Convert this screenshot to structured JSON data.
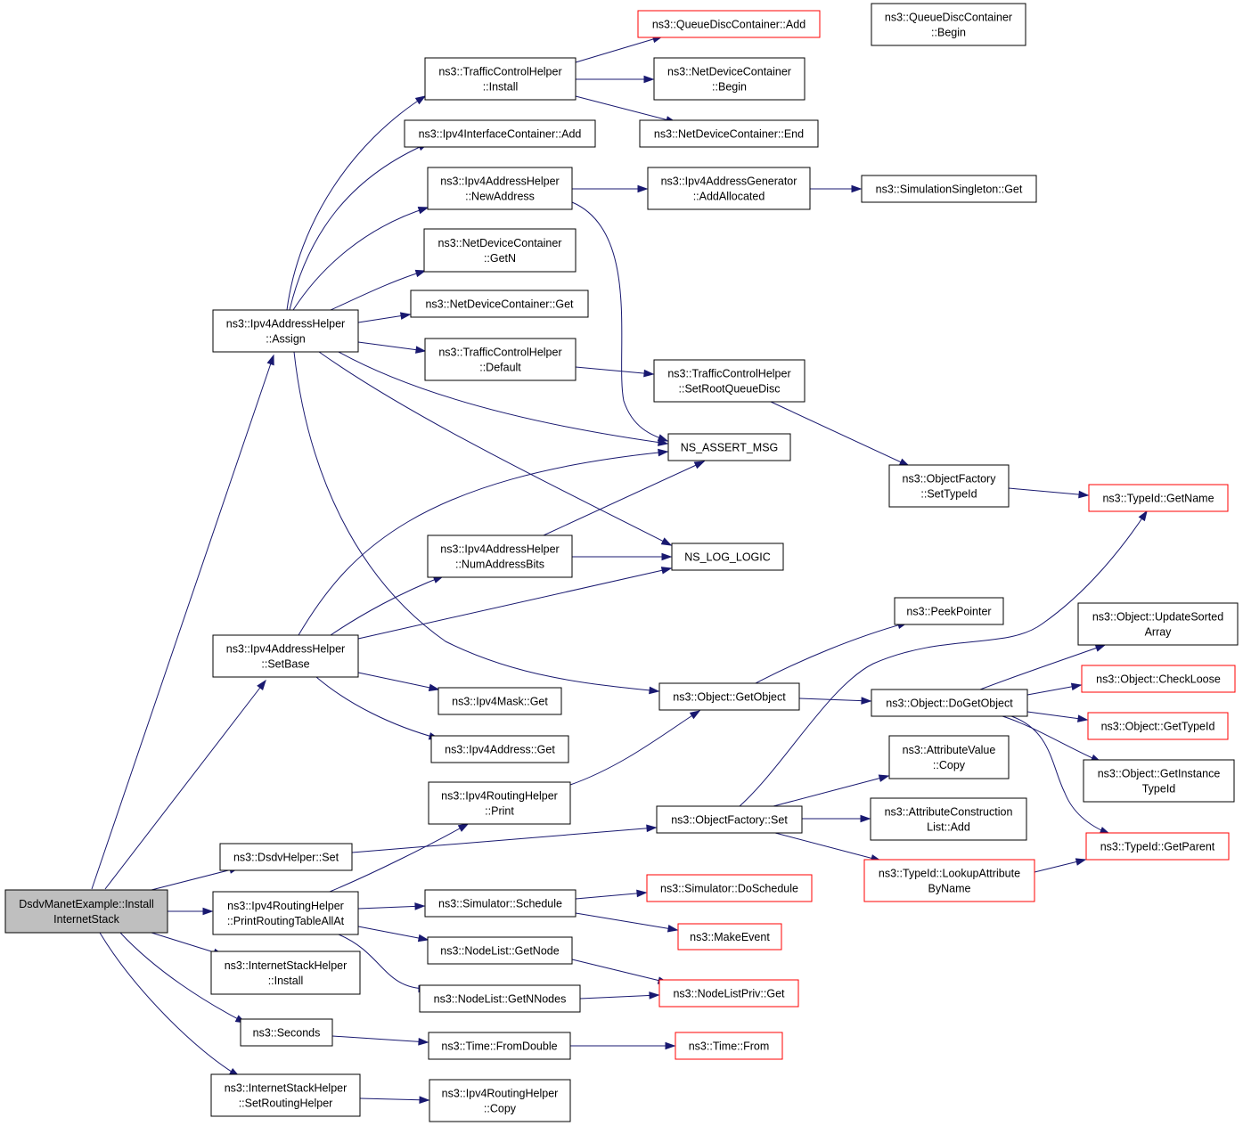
{
  "colors": {
    "edge": "#191970",
    "node_border": "#000000",
    "external_border": "#ff0000",
    "root_fill": "#bfbfbf"
  },
  "nodes": {
    "root": {
      "lines": [
        "DsdvManetExample::Install",
        "InternetStack"
      ],
      "kind": "root"
    },
    "assign": {
      "lines": [
        "ns3::Ipv4AddressHelper",
        "::Assign"
      ]
    },
    "setbase": {
      "lines": [
        "ns3::Ipv4AddressHelper",
        "::SetBase"
      ]
    },
    "dsdvset": {
      "lines": [
        "ns3::DsdvHelper::Set"
      ]
    },
    "printall": {
      "lines": [
        "ns3::Ipv4RoutingHelper",
        "::PrintRoutingTableAllAt"
      ]
    },
    "ishinstall": {
      "lines": [
        "ns3::InternetStackHelper",
        "::Install"
      ]
    },
    "seconds": {
      "lines": [
        "ns3::Seconds"
      ]
    },
    "ishset": {
      "lines": [
        "ns3::InternetStackHelper",
        "::SetRoutingHelper"
      ]
    },
    "tchinstall": {
      "lines": [
        "ns3::TrafficControlHelper",
        "::Install"
      ]
    },
    "ificadd": {
      "lines": [
        "ns3::Ipv4InterfaceContainer::Add"
      ]
    },
    "newaddr": {
      "lines": [
        "ns3::Ipv4AddressHelper",
        "::NewAddress"
      ]
    },
    "ndcgetn": {
      "lines": [
        "ns3::NetDeviceContainer",
        "::GetN"
      ]
    },
    "ndcget": {
      "lines": [
        "ns3::NetDeviceContainer::Get"
      ]
    },
    "tchdefault": {
      "lines": [
        "ns3::TrafficControlHelper",
        "::Default"
      ]
    },
    "numbits": {
      "lines": [
        "ns3::Ipv4AddressHelper",
        "::NumAddressBits"
      ]
    },
    "maskget": {
      "lines": [
        "ns3::Ipv4Mask::Get"
      ]
    },
    "addrget": {
      "lines": [
        "ns3::Ipv4Address::Get"
      ]
    },
    "rhprint": {
      "lines": [
        "ns3::Ipv4RoutingHelper",
        "::Print"
      ]
    },
    "schedule": {
      "lines": [
        "ns3::Simulator::Schedule"
      ]
    },
    "getnode": {
      "lines": [
        "ns3::NodeList::GetNode"
      ]
    },
    "getnnodes": {
      "lines": [
        "ns3::NodeList::GetNNodes"
      ]
    },
    "fromdouble": {
      "lines": [
        "ns3::Time::FromDouble"
      ]
    },
    "rhcopy": {
      "lines": [
        "ns3::Ipv4RoutingHelper",
        "::Copy"
      ]
    },
    "qdcadd": {
      "lines": [
        "ns3::QueueDiscContainer::Add"
      ],
      "kind": "red"
    },
    "ndcbegin": {
      "lines": [
        "ns3::NetDeviceContainer",
        "::Begin"
      ]
    },
    "ndcend": {
      "lines": [
        "ns3::NetDeviceContainer::End"
      ]
    },
    "addralloc": {
      "lines": [
        "ns3::Ipv4AddressGenerator",
        "::AddAllocated"
      ]
    },
    "setroot": {
      "lines": [
        "ns3::TrafficControlHelper",
        "::SetRootQueueDisc"
      ]
    },
    "assertmsg": {
      "lines": [
        "NS_ASSERT_MSG"
      ]
    },
    "loglogic": {
      "lines": [
        "NS_LOG_LOGIC"
      ]
    },
    "getobject": {
      "lines": [
        "ns3::Object::GetObject"
      ]
    },
    "ofset": {
      "lines": [
        "ns3::ObjectFactory::Set"
      ]
    },
    "doschedule": {
      "lines": [
        "ns3::Simulator::DoSchedule"
      ],
      "kind": "red"
    },
    "makeevent": {
      "lines": [
        "ns3::MakeEvent"
      ],
      "kind": "red"
    },
    "nlpget": {
      "lines": [
        "ns3::NodeListPriv::Get"
      ],
      "kind": "red"
    },
    "timefrom": {
      "lines": [
        "ns3::Time::From"
      ],
      "kind": "red"
    },
    "qdcbegin": {
      "lines": [
        "ns3::QueueDiscContainer",
        "::Begin"
      ]
    },
    "singleton": {
      "lines": [
        "ns3::SimulationSingleton::Get"
      ]
    },
    "settypeid": {
      "lines": [
        "ns3::ObjectFactory",
        "::SetTypeId"
      ]
    },
    "peek": {
      "lines": [
        "ns3::PeekPointer"
      ]
    },
    "dogetobject": {
      "lines": [
        "ns3::Object::DoGetObject"
      ]
    },
    "avcopy": {
      "lines": [
        "ns3::AttributeValue",
        "::Copy"
      ]
    },
    "aclladd": {
      "lines": [
        "ns3::AttributeConstruction",
        "List::Add"
      ]
    },
    "lookupattr": {
      "lines": [
        "ns3::TypeId::LookupAttribute",
        "ByName"
      ],
      "kind": "red"
    },
    "getname": {
      "lines": [
        "ns3::TypeId::GetName"
      ],
      "kind": "red"
    },
    "updsorted": {
      "lines": [
        "ns3::Object::UpdateSorted",
        "Array"
      ]
    },
    "checkloose": {
      "lines": [
        "ns3::Object::CheckLoose"
      ],
      "kind": "red"
    },
    "gettypeid": {
      "lines": [
        "ns3::Object::GetTypeId"
      ],
      "kind": "red"
    },
    "getinsttid": {
      "lines": [
        "ns3::Object::GetInstance",
        "TypeId"
      ]
    },
    "getparent": {
      "lines": [
        "ns3::TypeId::GetParent"
      ],
      "kind": "red"
    }
  }
}
